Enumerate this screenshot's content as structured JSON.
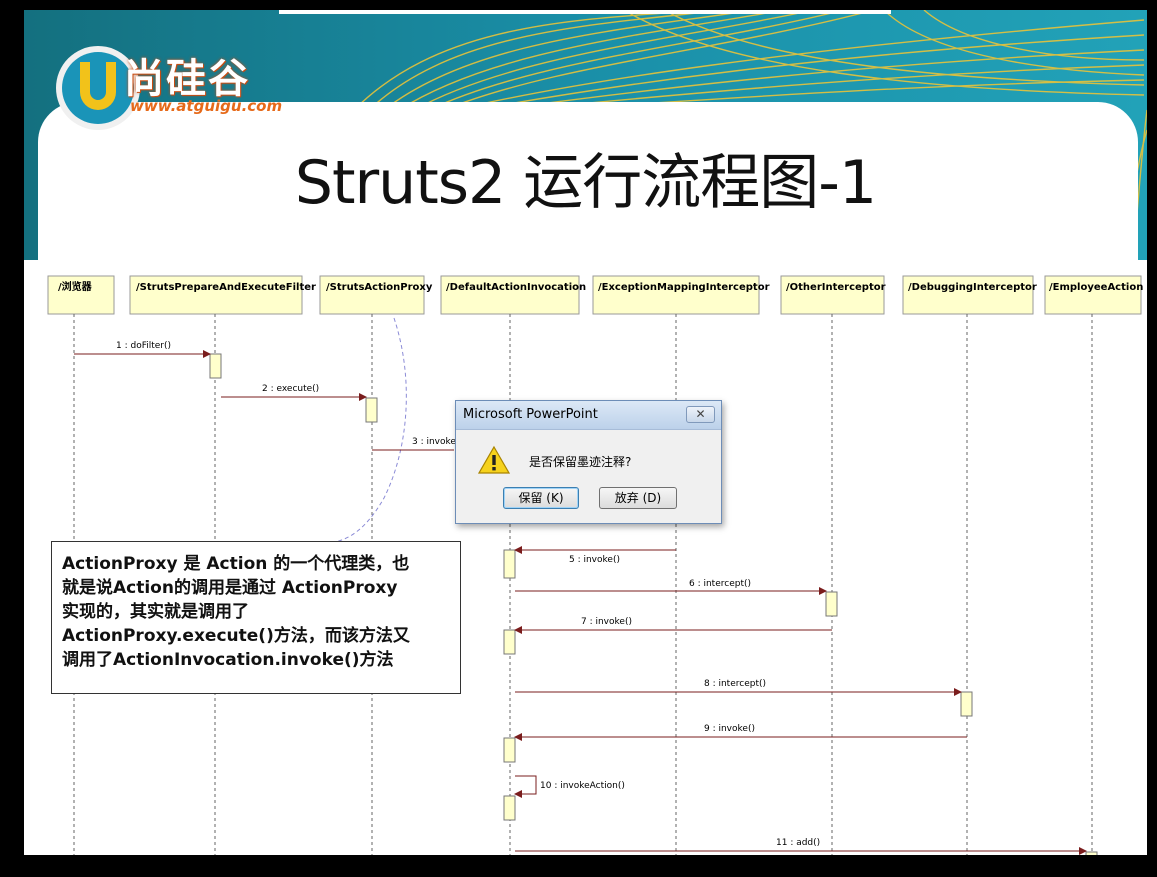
{
  "logo": {
    "text": "尚硅谷",
    "url": "www.atguigu.com"
  },
  "slide_title": "Struts2 运行流程图-1",
  "diagram": {
    "lifelines": [
      "/浏览器",
      "/StrutsPrepareAndExecuteFilter",
      "/StrutsActionProxy",
      "/DefaultActionInvocation",
      "/ExceptionMappingInterceptor",
      "/OtherInterceptor",
      "/DebuggingInterceptor",
      "/EmployeeAction"
    ],
    "messages": [
      "1 : doFilter()",
      "2 : execute()",
      "3 : invoke",
      "5 : invoke()",
      "6 : intercept()",
      "7 : invoke()",
      "8 : intercept()",
      "9 : invoke()",
      "10 : invokeAction()",
      "11 : add()"
    ]
  },
  "note": {
    "lines": [
      "ActionProxy 是 Action 的一个代理类，也",
      "就是说Action的调用是通过 ActionProxy",
      "实现的，其实就是调用了",
      "ActionProxy.execute()方法，而该方法又",
      "调用了ActionInvocation.invoke()方法"
    ]
  },
  "dialog": {
    "title": "Microsoft PowerPoint",
    "close_symbol": "✕",
    "icon": "warning-icon",
    "message": "是否保留墨迹注释?",
    "keep_button": "保留 (K)",
    "discard_button": "放弃 (D)"
  },
  "colors": {
    "banner_teal": "#1a8fa8",
    "banner_gold": "#e8c33a",
    "header_box": "#ffffcc",
    "activation": "#ffffcc",
    "arrow": "#7a1d1d",
    "logo_orange": "#e66a1a"
  }
}
